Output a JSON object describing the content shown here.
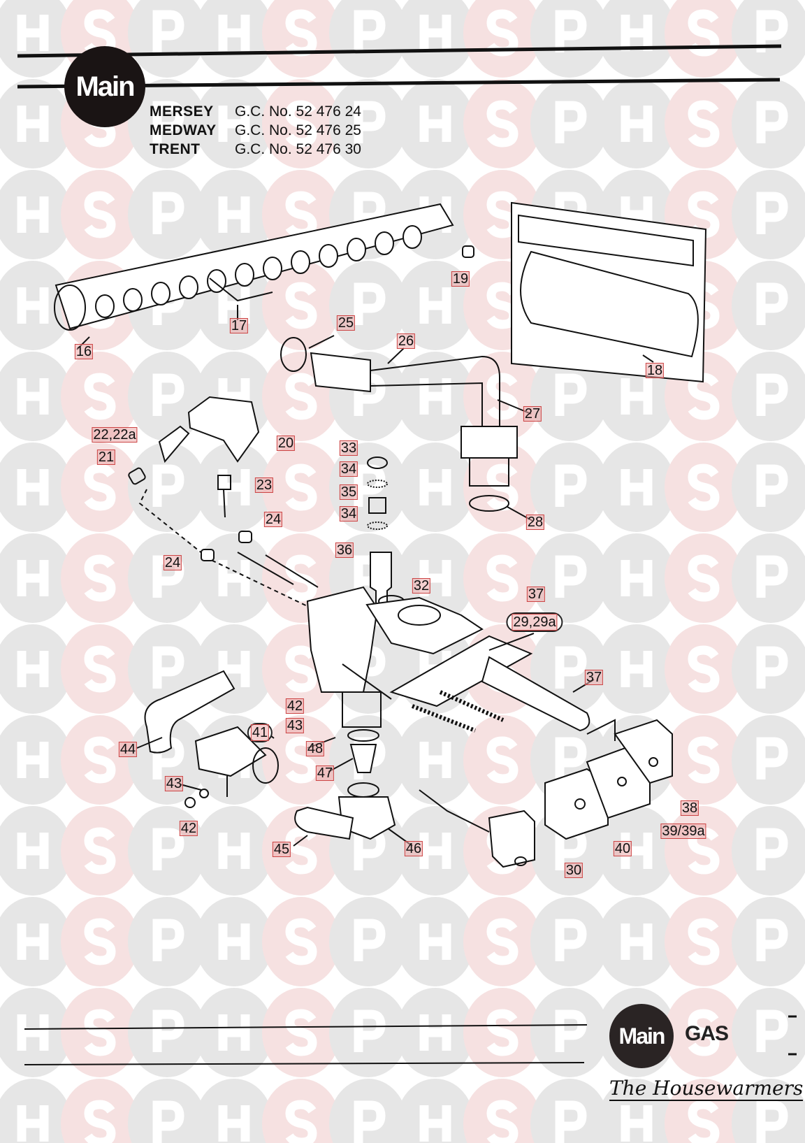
{
  "header": {
    "brand": "Main",
    "models": [
      {
        "name": "MERSEY",
        "gc": "G.C. No. 52 476 24"
      },
      {
        "name": "MEDWAY",
        "gc": "G.C. No. 52 476 25"
      },
      {
        "name": "TRENT",
        "gc": "G.C. No. 52 476 30"
      }
    ]
  },
  "watermark": {
    "letters": [
      "H",
      "S",
      "P"
    ],
    "colors": {
      "gray": "#e6e6e6",
      "pink": "#f6e1e1"
    }
  },
  "parts": {
    "p16": "16",
    "p17": "17",
    "p18": "18",
    "p19": "19",
    "p20": "20",
    "p21": "21",
    "p22": "22,22a",
    "p23": "23",
    "p24a": "24",
    "p24b": "24",
    "p25": "25",
    "p26": "26",
    "p27": "27",
    "p28": "28",
    "p29": "29,29a",
    "p30": "30",
    "p32": "32",
    "p33": "33",
    "p34a": "34",
    "p35": "35",
    "p34b": "34",
    "p36": "36",
    "p37a": "37",
    "p37b": "37",
    "p38": "38",
    "p39": "39/39a",
    "p40": "40",
    "p41": "41",
    "p42a": "42",
    "p43a": "43",
    "p42b": "42",
    "p43b": "43",
    "p44": "44",
    "p45": "45",
    "p46": "46",
    "p47": "47",
    "p48": "48"
  },
  "footer": {
    "brand": "Main",
    "gas": "GAS",
    "tagline": "The Housewarmers"
  }
}
